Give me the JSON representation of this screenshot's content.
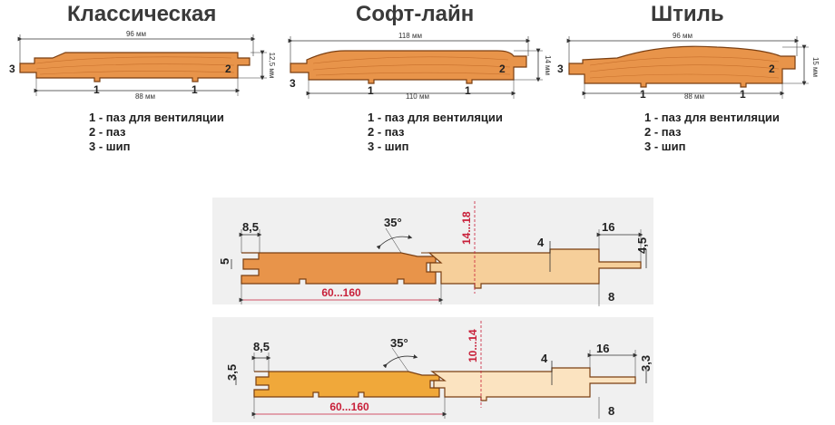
{
  "profiles": [
    {
      "title": "Классическая",
      "width_label": "96 мм",
      "inner_label": "88 мм",
      "thickness_label": "12,5 мм",
      "marks": {
        "vent": "1",
        "groove": "2",
        "tongue": "3"
      },
      "legend": [
        "1 - паз для вентиляции",
        "2 - паз",
        "3 - шип"
      ]
    },
    {
      "title": "Софт-лайн",
      "width_label": "118 мм",
      "inner_label": "110 мм",
      "thickness_label": "14 мм",
      "marks": {
        "vent": "1",
        "groove": "2",
        "tongue": "3"
      },
      "legend": [
        "1 - паз для вентиляции",
        "2 - паз",
        "3 - шип"
      ]
    },
    {
      "title": "Штиль",
      "width_label": "96 мм",
      "inner_label": "88 мм",
      "thickness_label": "15 мм",
      "marks": {
        "vent": "1",
        "groove": "2",
        "tongue": "3"
      },
      "legend": [
        "1 - паз для вентиляции",
        "2 - паз",
        "3 - шип"
      ]
    }
  ],
  "joints": [
    {
      "groove_depth": "8,5",
      "angle": "35°",
      "thickness_range": "14...18",
      "tongue_len": "16",
      "offset": "4",
      "tongue_thk": "4,5",
      "groove_thk": "5",
      "width_range": "60...160",
      "edge": "8"
    },
    {
      "groove_depth": "8,5",
      "angle": "35°",
      "thickness_range": "10...14",
      "tongue_len": "16",
      "offset": "4",
      "tongue_thk": "3,3",
      "groove_thk": "3,5",
      "width_range": "60...160",
      "edge": "8"
    }
  ],
  "colors": {
    "wood_dark": "#e8944a",
    "wood_light": "#f6cf9a",
    "outline": "#7a3f12",
    "accent": "#c8203a",
    "dim_line": "#333333"
  }
}
